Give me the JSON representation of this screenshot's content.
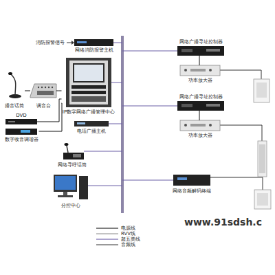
{
  "diagram": {
    "nodes": [
      {
        "text": [
          "网络消防报警主机"
        ]
      },
      {
        "text": [
          "播音话筒"
        ]
      },
      {
        "text": [
          "调音台"
        ]
      },
      {
        "text": [
          "DVD"
        ]
      },
      {
        "text": [
          "数字收音调谐器"
        ]
      },
      {
        "text": [
          "IP数字网络广播管理中心"
        ]
      },
      {
        "text": [
          "电话广播主机"
        ]
      },
      {
        "text": [
          "网络寻呼话筒"
        ]
      },
      {
        "text": [
          "分控中心"
        ]
      },
      {
        "text": [
          "网络广播寻址控制器"
        ]
      },
      {
        "text": [
          "功率放大器"
        ]
      },
      {
        "text": [
          "网络广播寻址控制器"
        ]
      },
      {
        "text": [
          "功率放大器"
        ]
      },
      {
        "text": [
          "网络音频解码终端"
        ]
      }
    ],
    "edges": [
      {
        "from": 1,
        "to": 2,
        "arrow": "none"
      },
      {
        "from": 2,
        "to": 5,
        "arrow": "none"
      },
      {
        "from": 3,
        "to": 5,
        "arrow": "none"
      },
      {
        "from": 4,
        "to": 5,
        "arrow": "none"
      },
      {
        "from": 9,
        "to": 10,
        "arrow": "none"
      },
      {
        "from": 11,
        "to": 12,
        "arrow": "none"
      }
    ],
    "labels": [
      "消防报警信号",
      "www.91sdsh.c"
    ],
    "legend": [
      {
        "text": "电源线"
      },
      {
        "text": "RVV线"
      },
      {
        "text": "超五类线"
      },
      {
        "text": "音频线"
      }
    ]
  }
}
